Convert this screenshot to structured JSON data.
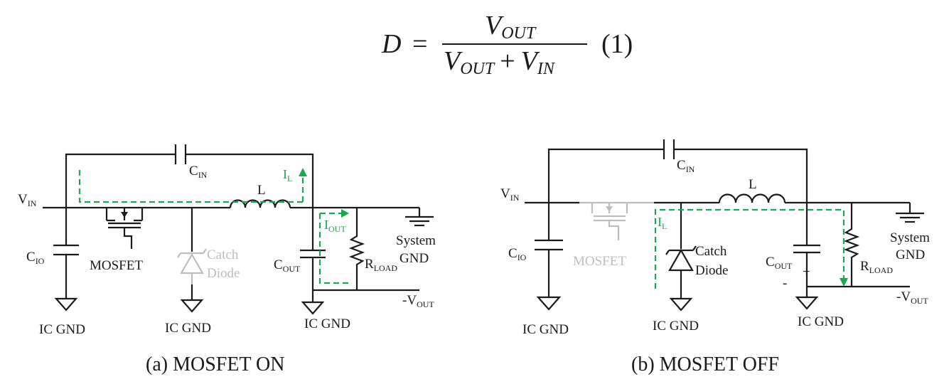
{
  "equation": {
    "lhs": "D",
    "eq_sign": "=",
    "num_var": "V",
    "num_sub": "OUT",
    "den_var1": "V",
    "den_sub1": "OUT",
    "den_plus": "+",
    "den_var2": "V",
    "den_sub2": "IN",
    "number": "(1)"
  },
  "circuit_a": {
    "vin_main": "V",
    "vin_sub": "IN",
    "cin_main": "C",
    "cin_sub": "IN",
    "il_main": "I",
    "il_sub": "L",
    "l_label": "L",
    "cio_main": "C",
    "cio_sub": "IO",
    "mosfet": "MOSFET",
    "catch": "Catch",
    "diode": "Diode",
    "iout_main": "I",
    "iout_sub": "OUT",
    "cout_main": "C",
    "cout_sub": "OUT",
    "rload_main": "R",
    "rload_sub": "LOAD",
    "system": "System",
    "gnd": "GND",
    "vout_main": "-V",
    "vout_sub": "OUT",
    "icgnd1": "IC GND",
    "icgnd2": "IC GND",
    "icgnd3": "IC GND",
    "caption": "(a) MOSFET ON"
  },
  "circuit_b": {
    "vin_main": "V",
    "vin_sub": "IN",
    "cin_main": "C",
    "cin_sub": "IN",
    "l_label": "L",
    "il_main": "I",
    "il_sub": "L",
    "cio_main": "C",
    "cio_sub": "IO",
    "mosfet": "MOSFET",
    "catch": "Catch",
    "diode": "Diode",
    "cout_main": "C",
    "cout_sub": "OUT",
    "cout_plus": "+",
    "cout_minus": "-",
    "rload_main": "R",
    "rload_sub": "LOAD",
    "system": "System",
    "gnd": "GND",
    "vout_main": "-V",
    "vout_sub": "OUT",
    "icgnd1": "IC GND",
    "icgnd2": "IC GND",
    "icgnd3": "IC GND",
    "caption": "(b) MOSFET OFF"
  },
  "colors": {
    "wire": "#1a1a1a",
    "inactive": "#bdbdbd",
    "current_path": "#1aa84f"
  }
}
